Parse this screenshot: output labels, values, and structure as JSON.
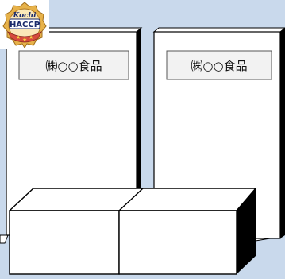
{
  "badge": {
    "text_top": "Kochi",
    "text_main": "HACCP"
  },
  "products": [
    {
      "label": "㈱○○食品"
    },
    {
      "label": "㈱○○食品"
    }
  ],
  "colors": {
    "background": "#c9d9ec",
    "outline": "#000000",
    "fill": "#ffffff",
    "label_box": "#f2f2f2",
    "badge_gold": "#e7b24a"
  }
}
